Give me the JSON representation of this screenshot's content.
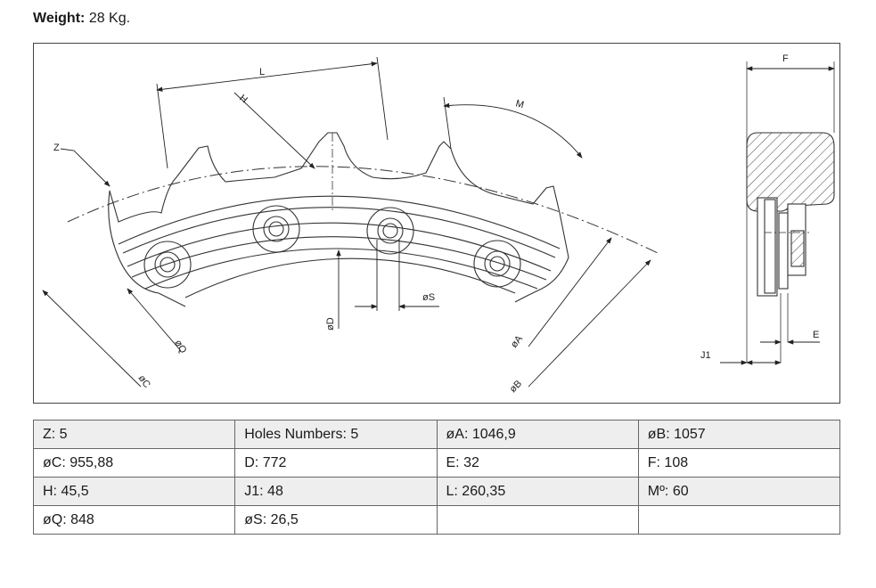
{
  "weight": {
    "label": "Weight:",
    "value": "28 Kg."
  },
  "drawing": {
    "labels": {
      "L": "L",
      "H": "H",
      "M": "M",
      "Z": "Z",
      "F": "F",
      "E": "E",
      "J1": "J1",
      "S": "øS",
      "D": "øD",
      "Q": "øQ",
      "C": "øC",
      "A": "øA",
      "B": "øB"
    }
  },
  "specs": {
    "rows": [
      [
        "Z: 5",
        "Holes Numbers: 5",
        "øA: 1046,9",
        "øB: 1057"
      ],
      [
        "øC: 955,88",
        "D: 772",
        "E: 32",
        "F: 108"
      ],
      [
        "H: 45,5",
        "J1: 48",
        "L: 260,35",
        "Mº: 60"
      ],
      [
        "øQ: 848",
        "øS: 26,5",
        "",
        ""
      ]
    ]
  }
}
